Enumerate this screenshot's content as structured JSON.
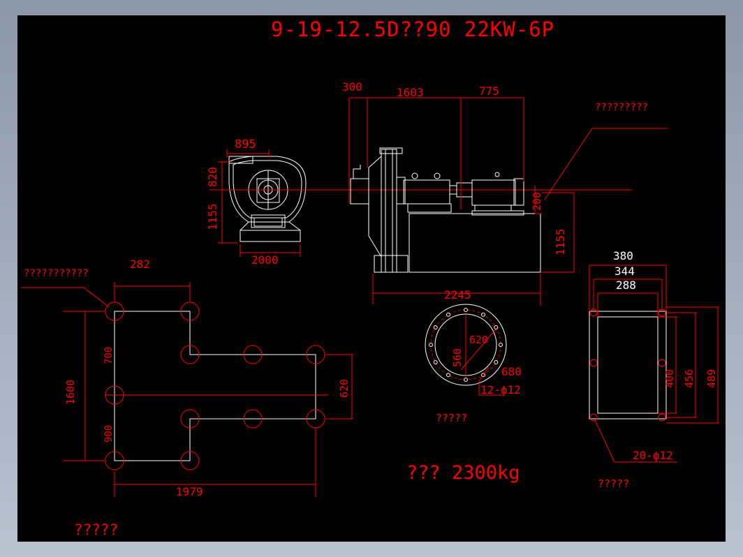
{
  "title": "9-19-12.5D??90 22KW-6P",
  "colors": {
    "background": "#000000",
    "annotation": "#ff0000",
    "outline": "#ffffff",
    "frame": "#aab4c4"
  },
  "side_view": {
    "dims": {
      "d300": "300",
      "d1603": "1603",
      "d775": "775",
      "d200": "200",
      "d1155": "1155",
      "d2245": "2245"
    },
    "callout": "?????????"
  },
  "front_view": {
    "dims": {
      "d895": "895",
      "d820": "820",
      "d1155": "1155",
      "d2000": "2000"
    }
  },
  "foundation_plan": {
    "callout": "???????????",
    "dims": {
      "d282": "282",
      "d1600": "1600",
      "d700": "700",
      "d900": "900",
      "d620": "620",
      "d1979": "1979"
    }
  },
  "inlet_flange": {
    "dims": {
      "d620": "620",
      "d560": "560",
      "d680": "680",
      "holes": "12-ϕ12"
    },
    "caption": "?????"
  },
  "outlet_flange": {
    "dims": {
      "d380": "380",
      "d344": "344",
      "d288": "288",
      "d400": "400",
      "d456": "456",
      "d489": "489",
      "holes": "20-ϕ12"
    },
    "caption": "?????"
  },
  "weight_label": "??? 2300kg",
  "footer_note": "?????"
}
